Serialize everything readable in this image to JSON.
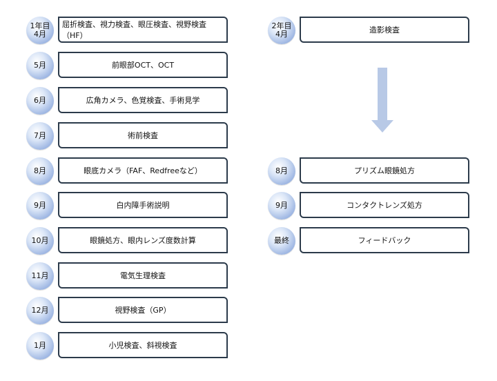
{
  "left_column": [
    {
      "month": "1年目\n4月",
      "label": "屈折検査、視力検査、眼圧検査、視野検査（HF）"
    },
    {
      "month": "5月",
      "label": "前眼部OCT、OCT"
    },
    {
      "month": "6月",
      "label": "広角カメラ、色覚検査、手術見学"
    },
    {
      "month": "7月",
      "label": "術前検査"
    },
    {
      "month": "8月",
      "label": "眼底カメラ（FAF、Redfreeなど）"
    },
    {
      "month": "9月",
      "label": "白内障手術説明"
    },
    {
      "month": "10月",
      "label": "眼鏡処方、眼内レンズ度数計算"
    },
    {
      "month": "11月",
      "label": "電気生理検査"
    },
    {
      "month": "12月",
      "label": "視野検査（GP）"
    },
    {
      "month": "1月",
      "label": "小児検査、斜視検査"
    }
  ],
  "right_column": [
    {
      "month": "2年目\n4月",
      "label": "造影検査"
    },
    {
      "month": "8月",
      "label": "プリズム眼鏡処方"
    },
    {
      "month": "9月",
      "label": "コンタクトレンズ処方"
    },
    {
      "month": "最終",
      "label": "フィードバック"
    }
  ],
  "colors": {
    "circle": "#9cb5e2",
    "arrow": "#b8c9e6",
    "border": "#2b3a4a"
  }
}
